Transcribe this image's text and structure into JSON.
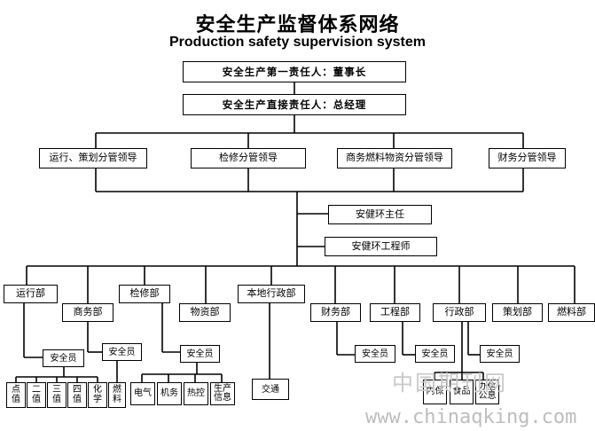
{
  "title_cn": "安全生产监督体系网络",
  "title_en": "Production safety supervision system",
  "level1": "安全生产第一责任人：董事长",
  "level2": "安全生产直接责任人：总经理",
  "leaders": [
    "运行、策划分管领导",
    "检修分管领导",
    "商务燃料物资分管领导",
    "财务分管领导"
  ],
  "she_director": "安健环主任",
  "she_engineer": "安健环工程师",
  "departments": [
    "运行部",
    "商务部",
    "检修部",
    "物资部",
    "本地行政部",
    "财务部",
    "工程部",
    "行政部",
    "策划部",
    "燃料部"
  ],
  "safety_officer": "安全员",
  "teams": {
    "operation": [
      "点值",
      "二值",
      "三值",
      "四值",
      "化学"
    ],
    "fuel": "燃料",
    "maintenance": [
      "电气",
      "机务",
      "热控",
      "生产信息"
    ],
    "transport": "交通",
    "admin": [
      "内保",
      "食品",
      "办信公息"
    ]
  },
  "watermark_cn": "中国期刊网",
  "watermark_url": "www.chinaqking.com"
}
